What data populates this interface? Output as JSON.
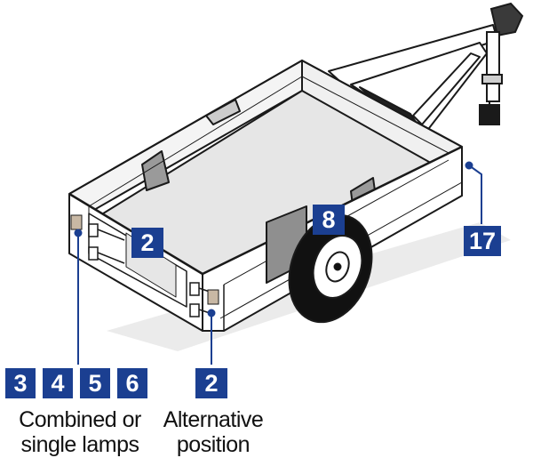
{
  "callouts": {
    "combined_lamps": [
      "3",
      "4",
      "5",
      "6"
    ],
    "alt_position": "2",
    "rear_lamp": "2",
    "wheel": "8",
    "marker": "17"
  },
  "captions": {
    "left_line1": "Combined or",
    "left_line2": "single lamps",
    "right_line1": "Alternative",
    "right_line2": "position"
  },
  "colors": {
    "badge": "#1b3f91",
    "outline": "#1a1a1a",
    "lamp": "#c8b8a4"
  }
}
